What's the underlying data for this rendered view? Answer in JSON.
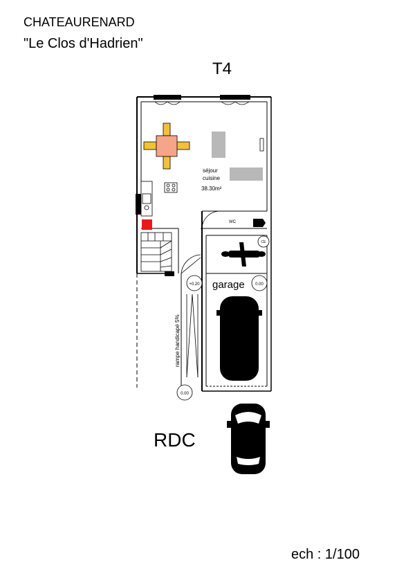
{
  "header": {
    "city": "CHATEAURENARD",
    "project": "\"Le Clos d'Hadrien\"",
    "unit_type": "T4"
  },
  "rooms": {
    "living_name": "séjour\ncuisine",
    "living_name_line1": "séjour",
    "living_name_line2": "cuisine",
    "living_area": "38.30m²",
    "wc": "WC",
    "garage": "garage",
    "ce": "CE"
  },
  "levels": {
    "entry": "+0.20",
    "garage": "0.00",
    "outside": "0.00"
  },
  "ramp_label": "rampe handicapé 5%",
  "footer": {
    "level_name": "RDC",
    "scale": "ech : 1/100"
  },
  "colors": {
    "table": "#f4a58a",
    "chairs": "#f2c13a",
    "furniture_gray": "#b8b8b8",
    "equipment_red": "#e8191b",
    "walls": "#000000"
  }
}
